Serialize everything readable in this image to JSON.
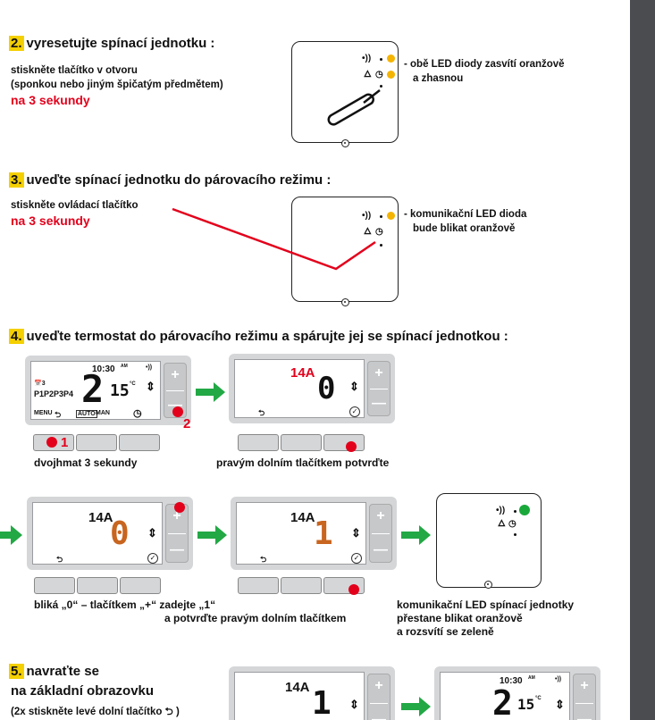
{
  "step2": {
    "num": "2.",
    "title": "vyresetujte spínací jednotku :",
    "line1": "stiskněte tlačítko v otvoru",
    "line2": "(sponkou nebo jiným špičatým předmětem)",
    "duration": "na 3 sekundy",
    "note1": "- obě LED diody zasvítí oranžově",
    "note2": "a zhasnou"
  },
  "step3": {
    "num": "3.",
    "title": "uveďte spínací jednotku do párovacího režimu :",
    "line1": "stiskněte ovládací tlačítko",
    "duration": "na 3 sekundy",
    "note1": "- komunikační LED dioda",
    "note2": "bude blikat oranžově"
  },
  "step4": {
    "num": "4.",
    "title": "uveďte termostat do párovacího režimu a spárujte jej se spínací jednotkou :",
    "display1": {
      "time": "10:30",
      "am": "AM",
      "programs": "P1P2P3P4",
      "calendar": "📅3",
      "temp_main": "2",
      "temp_small": "15",
      "unit": "°C",
      "menu": "MENU",
      "auto": "AUTO",
      "man": "MAN"
    },
    "caption_a": "dvojhmat 3 sekundy",
    "caption_b": "pravým dolním tlačítkem potvrďte",
    "code_label": "14A",
    "code_zero": "0",
    "code_one": "1",
    "marker1": "1",
    "marker2": "2",
    "caption_c1": "bliká „0“ – tlačítkem „+“ zadejte „1“",
    "caption_c2": "a potvrďte pravým dolním tlačítkem",
    "caption_d1": "komunikační LED spínací jednotky",
    "caption_d2": "přestane blikat oranžově",
    "caption_d3": "a rozsvítí se zeleně"
  },
  "step5": {
    "num": "5.",
    "title1": "navraťte se",
    "title2": "na základní obrazovku",
    "note": "(2x stiskněte levé dolní tlačítko ⮌ )",
    "code_label": "14A",
    "code_one": "1",
    "time": "10:30",
    "am": "AM",
    "temp_main": "2",
    "temp_small": "15",
    "unit": "°C"
  },
  "glyphs": {
    "signal": "•))",
    "flame": "🜂",
    "clock": "◷",
    "plus": "+",
    "minus": "—",
    "back": "⮌",
    "updown": "⇕",
    "ok": "✓"
  },
  "colors": {
    "yellow": "#f5d000",
    "orange_led": "#f5b400",
    "green_led": "#1aa83b",
    "red": "#e3001b",
    "digit_orange": "#c8651f",
    "arrow_green": "#22a845",
    "sidebar": "#4a4c50"
  }
}
